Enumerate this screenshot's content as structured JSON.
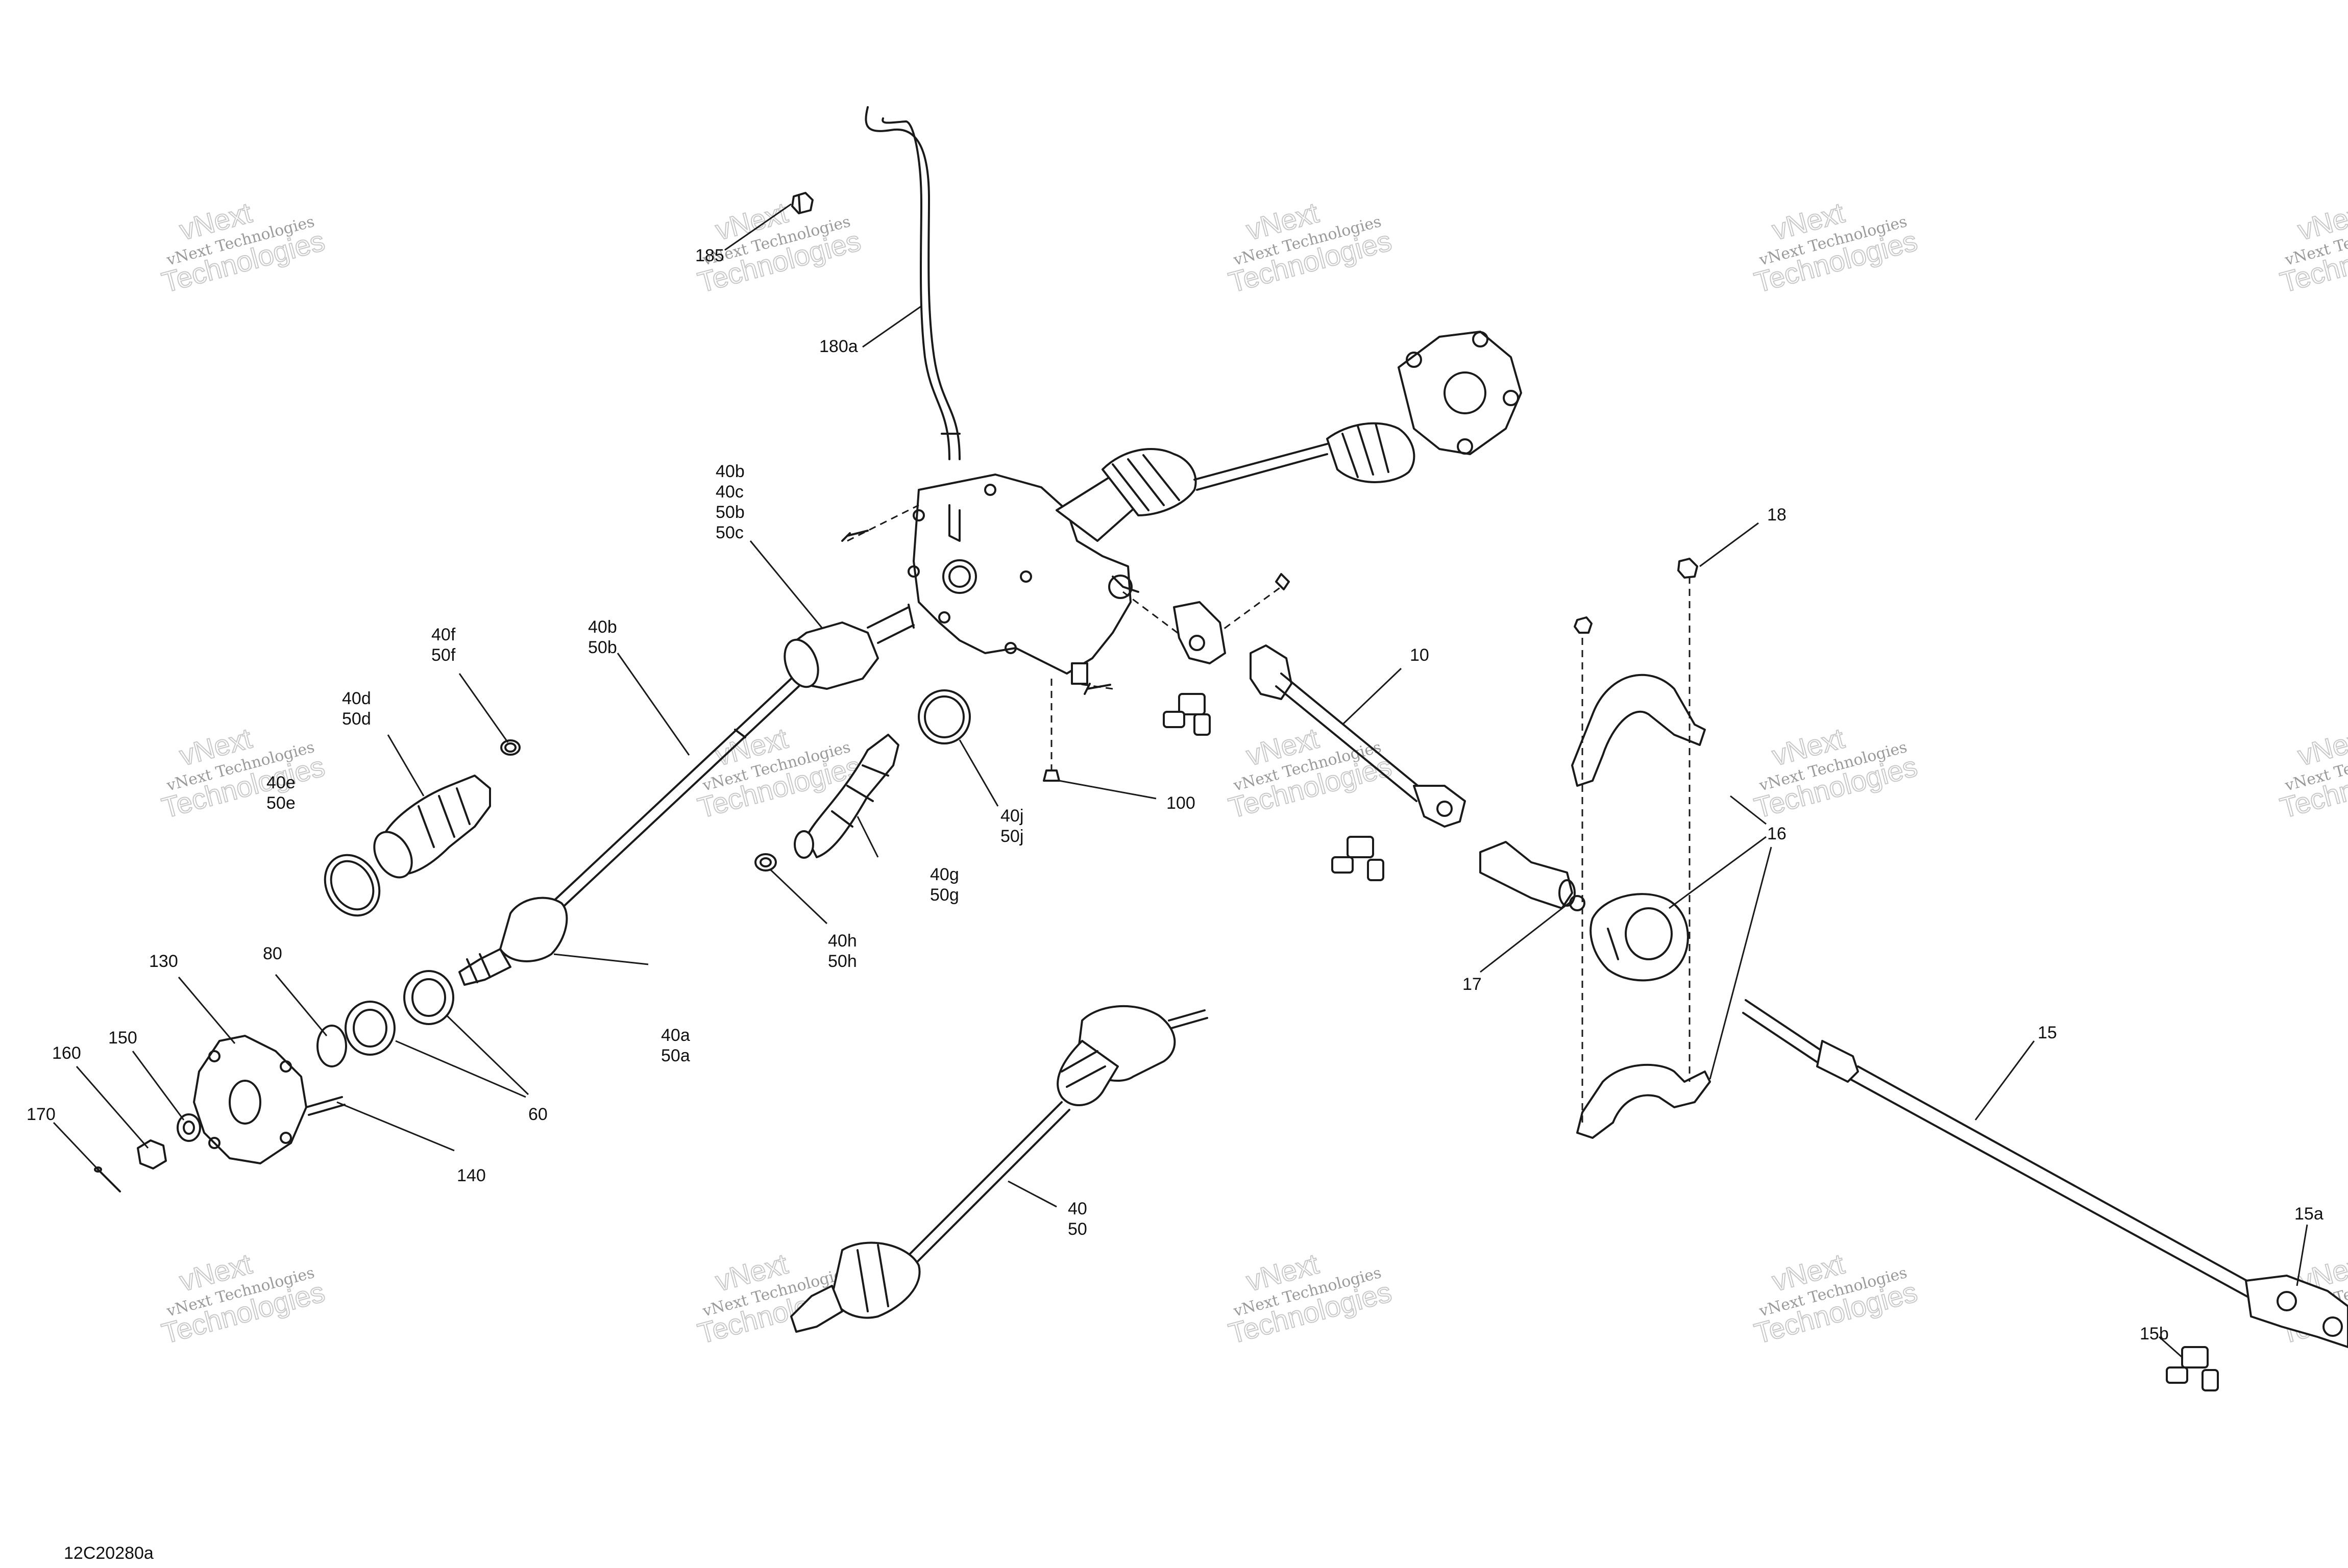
{
  "diagram_code": "12C20280a",
  "watermark": {
    "line1": "vNext Technologies",
    "big1": "vNext",
    "big2": "Technologies"
  },
  "callouts": {
    "c185": "185",
    "c180a": "180a",
    "c40b_block": [
      "40b",
      "40c",
      "50b",
      "50c"
    ],
    "c40b_50b": [
      "40b",
      "50b"
    ],
    "c40f": [
      "40f",
      "50f"
    ],
    "c40d": [
      "40d",
      "50d"
    ],
    "c40e": [
      "40e",
      "50e"
    ],
    "c130": "130",
    "c80": "80",
    "c150": "150",
    "c160": "160",
    "c170": "170",
    "c140": "140",
    "c60": "60",
    "c40a": [
      "40a",
      "50a"
    ],
    "c40j": [
      "40j",
      "50j"
    ],
    "c40g": [
      "40g",
      "50g"
    ],
    "c40h": [
      "40h",
      "50h"
    ],
    "c100": "100",
    "c10": "10",
    "c18": "18",
    "c16": "16",
    "c17": "17",
    "c15": "15",
    "c40_50": [
      "40",
      "50"
    ],
    "c15a": "15a",
    "c15b": "15b"
  }
}
